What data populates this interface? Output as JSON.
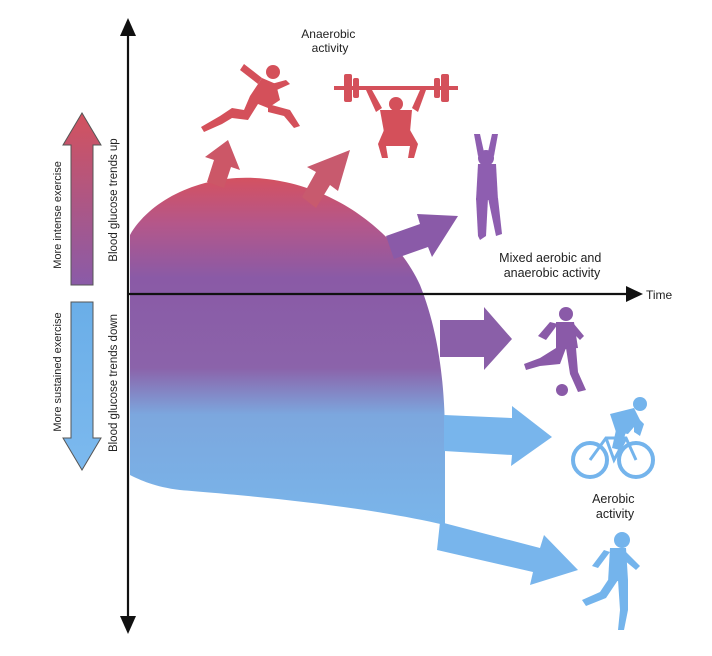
{
  "axes": {
    "time_label": "Time"
  },
  "legend": {
    "up_exercise": "More intense exercise",
    "up_glucose": "Blood glucose trends up",
    "down_exercise": "More sustained exercise",
    "down_glucose": "Blood glucose trends down"
  },
  "labels": {
    "anaerobic_line1": "Anaerobic",
    "anaerobic_line2": "activity",
    "mixed_line1": "Mixed aerobic and",
    "mixed_line2": "anaerobic activity",
    "aerobic_line1": "Aerobic",
    "aerobic_line2": "activity"
  },
  "colors": {
    "anaerobic": "#d4505a",
    "mixed": "#8a5aa8",
    "aerobic": "#74b4ec"
  },
  "icons": [
    "sprinter-icon",
    "weightlifter-icon",
    "goalkeeper-icon",
    "footballer-icon",
    "cyclist-icon",
    "runner-icon"
  ]
}
